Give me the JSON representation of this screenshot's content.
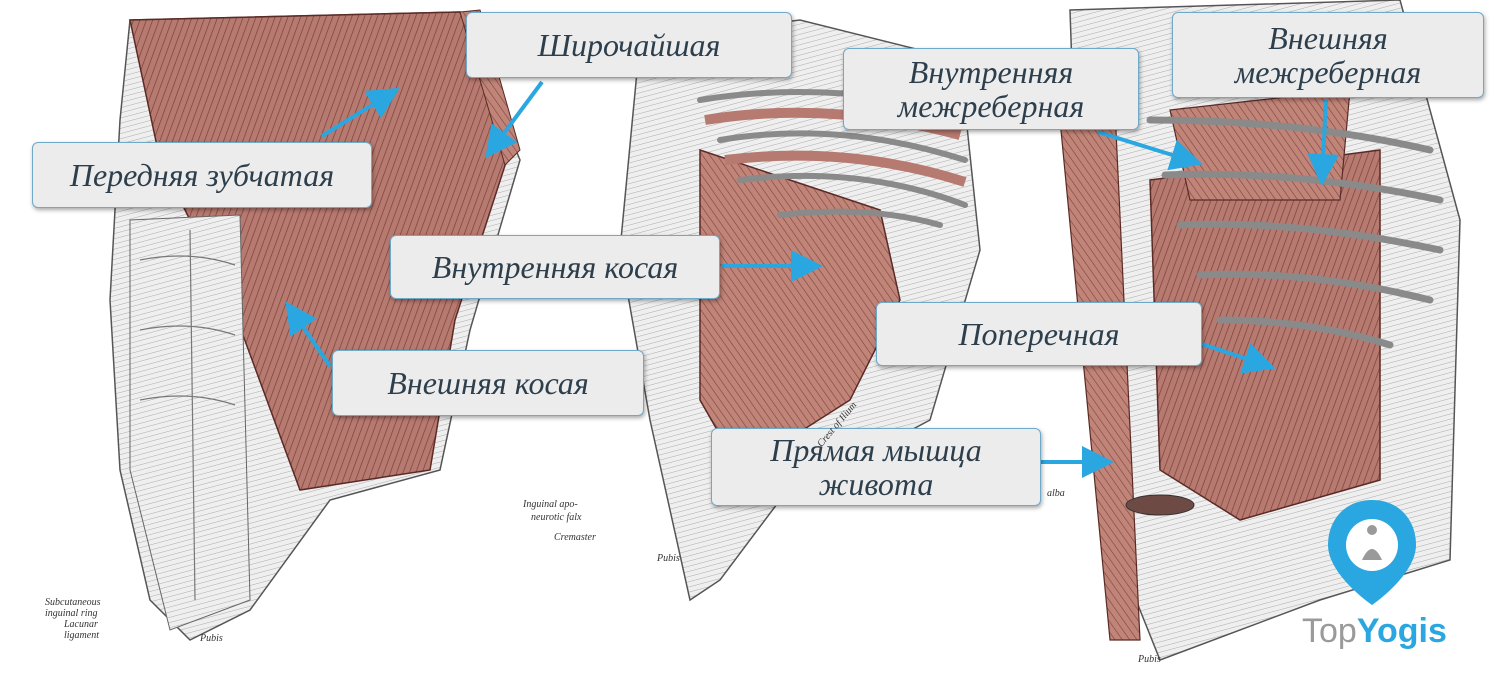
{
  "callouts": {
    "latissimus": "Широчайшая",
    "serratus": "Передняя зубчатая",
    "internal_oblique": "Внутренняя косая",
    "external_oblique": "Внешняя косая",
    "internal_intercostal_1": "Внутренняя",
    "internal_intercostal_2": "межреберная",
    "external_intercostal_1": "Внешняя",
    "external_intercostal_2": "межреберная",
    "transverse": "Поперечная",
    "rectus_1": "Прямая мышца",
    "rectus_2": "живота"
  },
  "engraving_labels": {
    "subcutaneous": "Subcutaneous",
    "inguinal_ring": "inguinal ring",
    "lacunar": "Lacunar",
    "ligament": "ligament",
    "pubis_left": "Pubis",
    "inguinal_apo": "Inguinal apo-",
    "neurotic_falx": "neurotic falx",
    "cremaster": "Cremaster",
    "pubis_mid": "Pubis",
    "pubis_right": "Pubis",
    "alba": "alba",
    "crest_of_ilium": "Crest of Ilium"
  },
  "brand": {
    "top": "Top",
    "yogis": "Yogis"
  },
  "colors": {
    "arrow": "#2aa7e0",
    "muscle": "#b5776c",
    "callout_border": "#6fa9c8",
    "text": "#2d3f4c"
  }
}
